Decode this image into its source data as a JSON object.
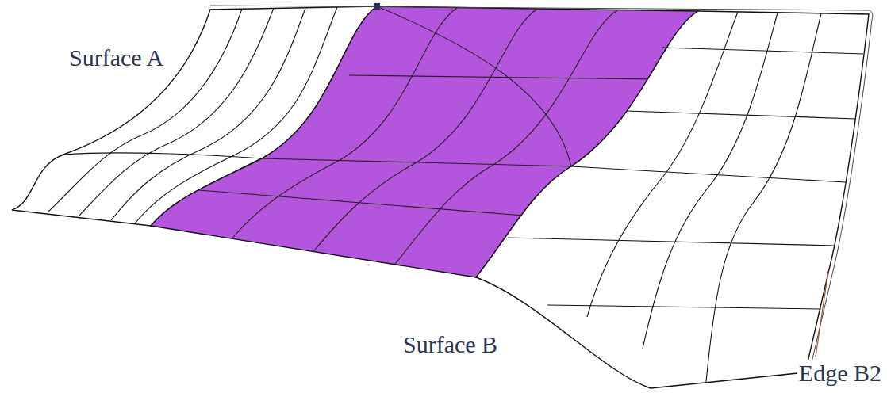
{
  "diagram": {
    "labels": [
      "Surface A",
      "Surface B",
      "Edge B2"
    ]
  }
}
